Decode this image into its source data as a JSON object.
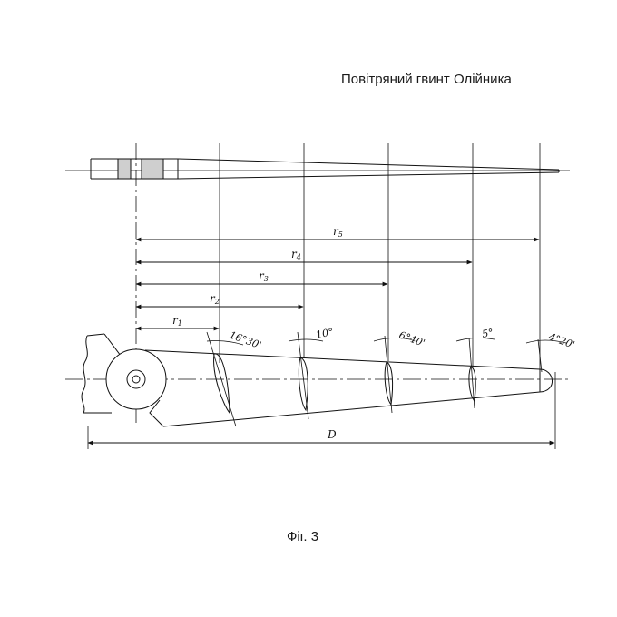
{
  "title": "Повітряний гвинт Олійника",
  "caption": "Фіг. 3",
  "radius_labels": [
    {
      "sym": "r",
      "sub": "1"
    },
    {
      "sym": "r",
      "sub": "2"
    },
    {
      "sym": "r",
      "sub": "3"
    },
    {
      "sym": "r",
      "sub": "4"
    },
    {
      "sym": "r",
      "sub": "5"
    }
  ],
  "angle_labels": [
    "16°30'",
    "10°",
    "6°40'",
    "5°",
    "4°20'"
  ],
  "diameter_label": "D"
}
